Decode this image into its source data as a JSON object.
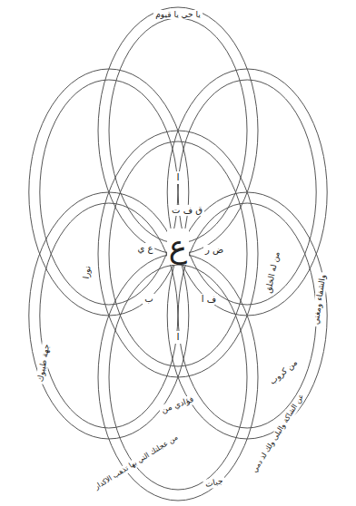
{
  "diagram": {
    "labels": [
      "ع",
      "ا",
      "ق ف ت",
      "ض ر",
      "ع ي",
      "ف ا",
      "ب",
      "ا",
      "يا حي يا قيوم",
      "من له الخلق",
      "والشفاء ومغني",
      "من كروب",
      "عن الشاكة والبلى ولك لذ دمي",
      "من عجلتك التي بها تذهب الاكدار",
      "فؤادي من",
      "جهة طيبوك",
      "نورا",
      "جبات"
    ]
  }
}
